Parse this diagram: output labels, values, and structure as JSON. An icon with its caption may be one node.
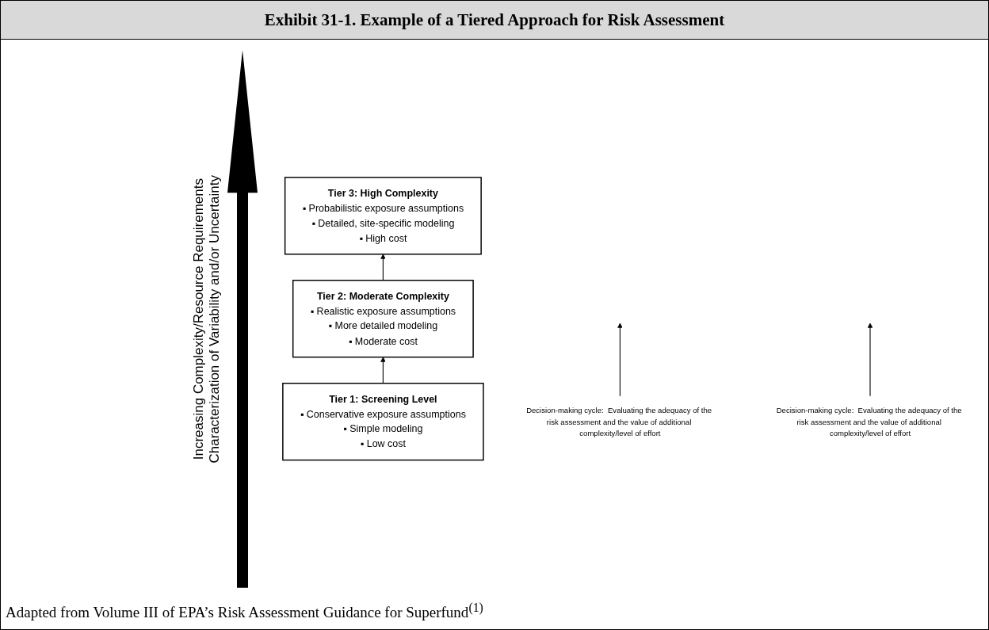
{
  "diagram": {
    "title": "Exhibit 31-1.  Example of a Tiered Approach for Risk Assessment",
    "caption": "Adapted from Volume III of EPA’s Risk Assessment Guidance for Superfund$^{(1)}$",
    "nodes": [
      {
        "text": [
          "Tier 3:  High Complexity",
          "▪ Probabilistic exposure assumptions",
          "▪ Detailed, site-specific modeling",
          "▪ High cost"
        ]
      },
      {
        "text": [
          "Tier 2:  Moderate Complexity",
          "▪ Realistic exposure assumptions",
          "▪ More detailed modeling",
          "▪ Moderate cost"
        ]
      },
      {
        "text": [
          "Tier 1:  Screening Level",
          "▪ Conservative exposure assumptions",
          "▪ Simple modeling",
          "▪ Low cost"
        ]
      },
      {
        "text": [
          "Decision-making cycle:  Evaluating the adequacy of the risk assessment and the value of additional complexity/level of effort"
        ]
      },
      {
        "text": [
          "Decision-making cycle:  Evaluating the adequacy of the risk assessment and the value of additional complexity/level of effort"
        ]
      }
    ],
    "edges": [
      {
        "from": 2,
        "to": 1,
        "arrow": "to"
      },
      {
        "from": 1,
        "to": 0,
        "arrow": "to"
      },
      {
        "from": 3,
        "to": null,
        "arrow": "to"
      },
      {
        "from": 4,
        "to": null,
        "arrow": "to"
      }
    ],
    "labels": [
      "Increasing Complexity/Resource Requirements",
      "Characterization of Variability and/or Uncertainty"
    ]
  }
}
